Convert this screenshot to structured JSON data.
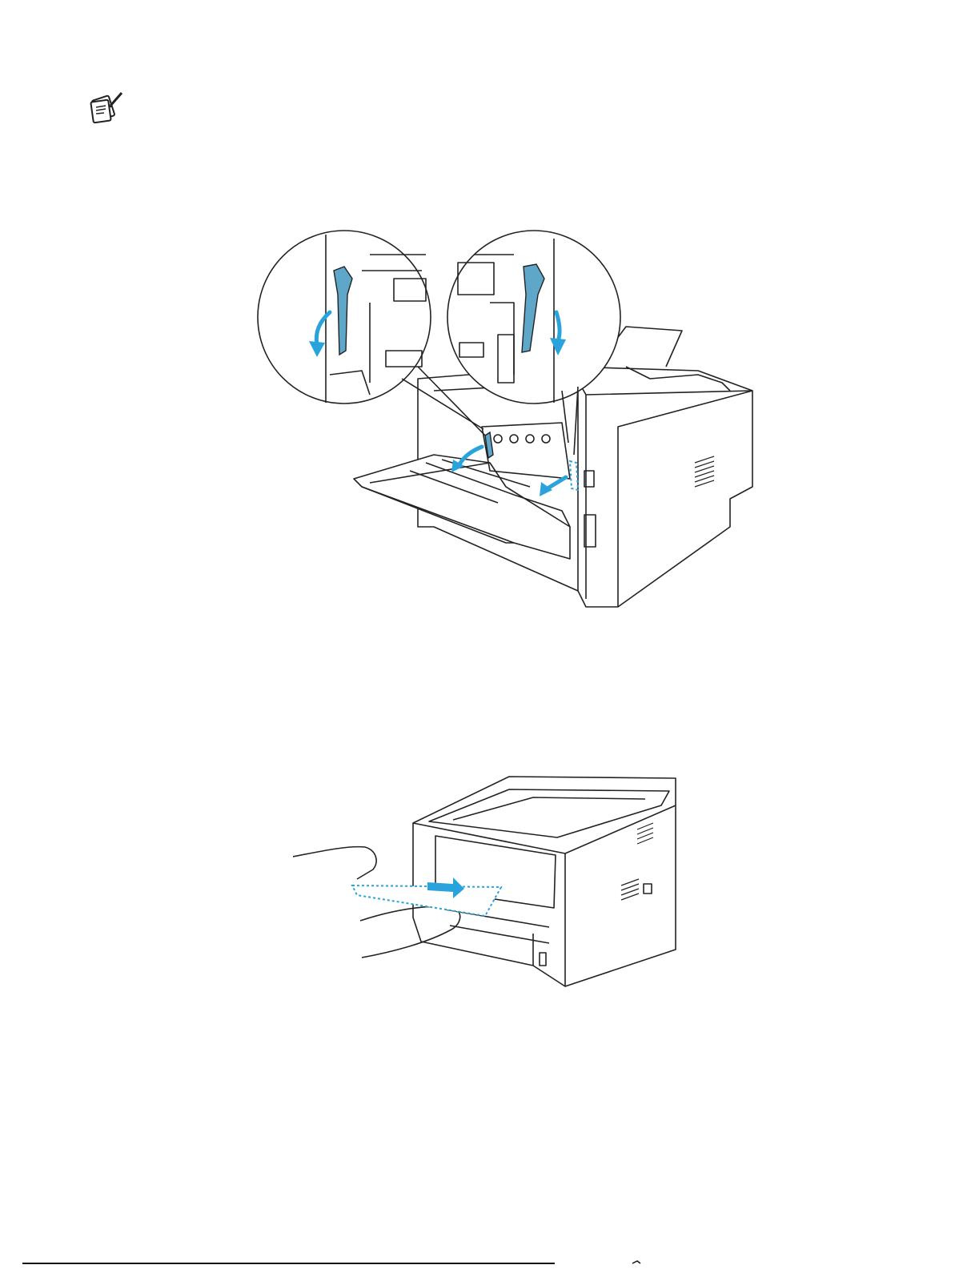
{
  "page": {
    "note_icon": "note-pad-pencil-icon",
    "figures": [
      {
        "name": "printer-rear-levers-figure",
        "description_icon": "printer-rear-view",
        "accent": "#29a3dc"
      },
      {
        "name": "envelope-manual-feed-figure",
        "description_icon": "printer-front-view",
        "accent": "#29a3dc"
      }
    ]
  },
  "colors": {
    "line": "#222222",
    "accent_blue": "#29a3dc",
    "lever_blue": "#5fa7c9"
  }
}
